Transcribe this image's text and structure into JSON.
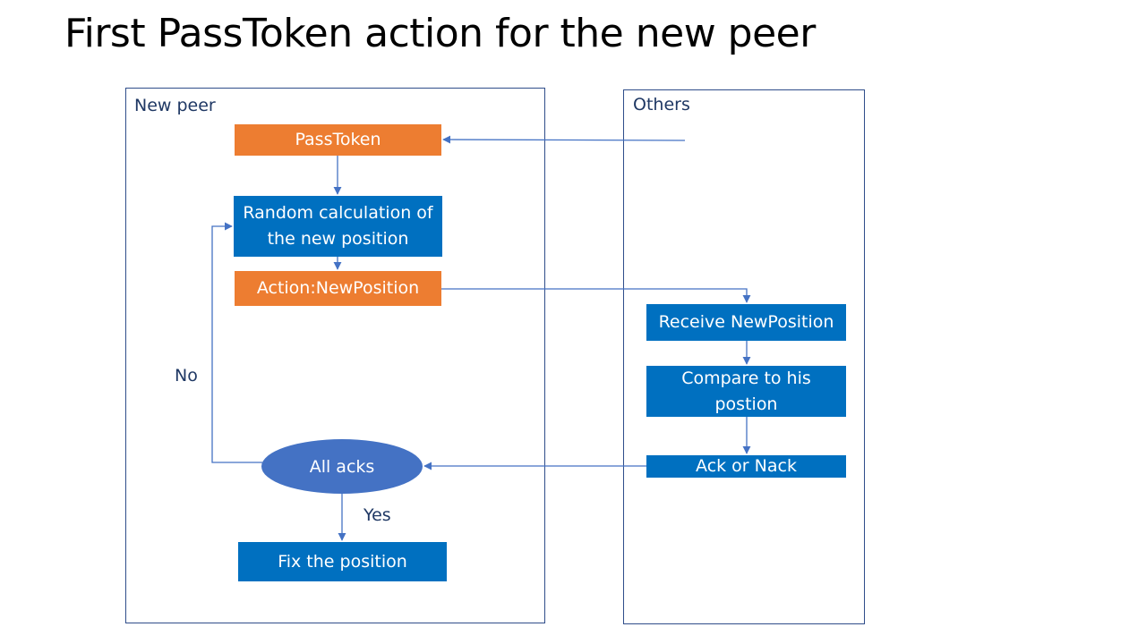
{
  "title": "First PassToken action for the new peer",
  "lanes": {
    "new_peer": "New peer",
    "others": "Others"
  },
  "nodes": {
    "pass_token": "PassToken",
    "random_calc": "Random calculation of the new position",
    "action_new_position": "Action:NewPosition",
    "receive_new_position": "Receive NewPosition",
    "compare": "Compare to his postion",
    "ack_or_nack": "Ack or Nack",
    "all_acks": "All acks",
    "fix_position": "Fix the position"
  },
  "edge_labels": {
    "no": "No",
    "yes": "Yes"
  },
  "colors": {
    "orange": "#ed7d31",
    "blue_box": "#0070c0",
    "ellipse": "#4472c4",
    "connector": "#4472c4",
    "lane_border": "#2f4d8a"
  }
}
